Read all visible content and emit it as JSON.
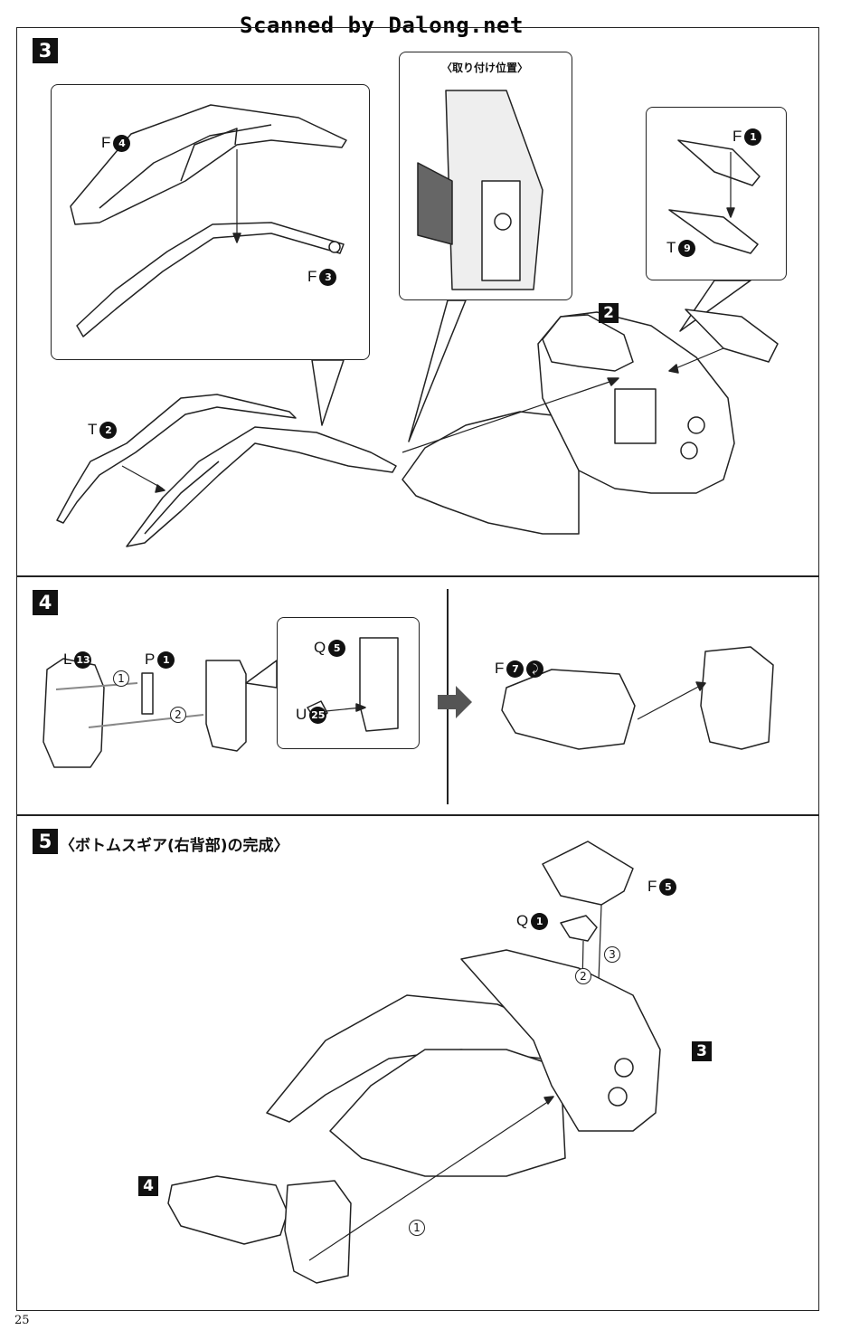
{
  "watermark": "Scanned by Dalong.net",
  "page_number": "25",
  "step3": {
    "number": "3",
    "mounting_position_title": "〈取り付け位置〉",
    "parts": {
      "f4_letter": "F",
      "f4_num": "4",
      "f3_letter": "F",
      "f3_num": "3",
      "t2_letter": "T",
      "t2_num": "2",
      "f1_letter": "F",
      "f1_num": "1",
      "t9_letter": "T",
      "t9_num": "9"
    },
    "ref_step": "2"
  },
  "step4": {
    "number": "4",
    "parts": {
      "l13_letter": "L",
      "l13_num": "13",
      "p1_letter": "P",
      "p1_num": "1",
      "q5_letter": "Q",
      "q5_num": "5",
      "u25_letter": "U",
      "u25_num": "25",
      "f7_letter": "F",
      "f7_num": "7"
    },
    "order": {
      "first": "1",
      "second": "2"
    }
  },
  "step5": {
    "number": "5",
    "title": "〈ボトムスギア(右背部)の完成〉",
    "parts": {
      "f5_letter": "F",
      "f5_num": "5",
      "q1_letter": "Q",
      "q1_num": "1"
    },
    "order": {
      "first": "1",
      "second": "2",
      "third": "3"
    },
    "ref_step3": "3",
    "ref_step4": "4"
  }
}
